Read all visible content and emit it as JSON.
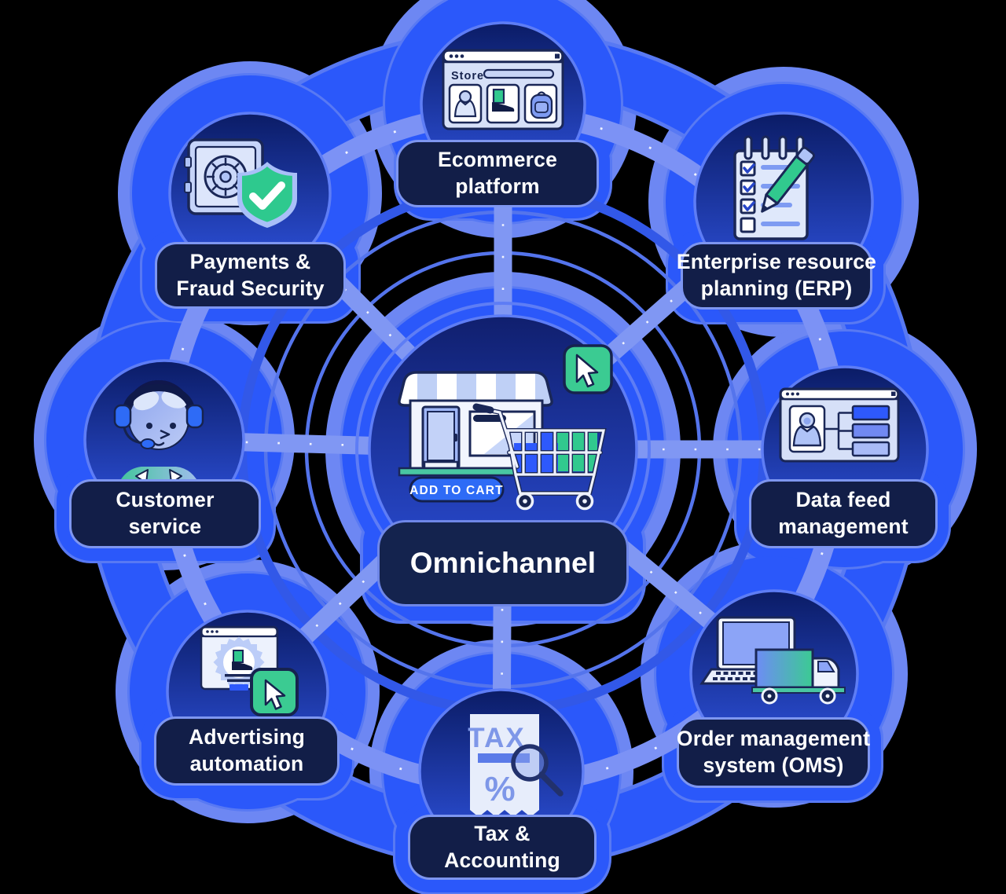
{
  "title": "Omnichannel ecosystem diagram",
  "center": {
    "label": "Omnichannel",
    "icon": "storefront-cart-icon",
    "button_label": "ADD TO CART"
  },
  "nodes": [
    {
      "id": "ecommerce-platform",
      "line1": "Ecommerce",
      "line2": "platform",
      "icon": "store-browser-icon",
      "icon_text": "Store"
    },
    {
      "id": "enterprise-resource-planning",
      "line1": "Enterprise resource",
      "line2": "planning (ERP)",
      "icon": "checklist-pencil-icon"
    },
    {
      "id": "data-feed-management",
      "line1": "Data feed",
      "line2": "management",
      "icon": "product-data-window-icon"
    },
    {
      "id": "order-management-system",
      "line1": "Order management",
      "line2": "system (OMS)",
      "icon": "laptop-truck-icon"
    },
    {
      "id": "tax-accounting",
      "line1": "Tax &",
      "line2": "Accounting",
      "icon": "tax-receipt-magnifier-icon",
      "icon_text": "TAX",
      "icon_text2": "%"
    },
    {
      "id": "advertising-automation",
      "line1": "Advertising",
      "line2": "automation",
      "icon": "ad-window-cursor-icon"
    },
    {
      "id": "customer-service",
      "line1": "Customer",
      "line2": "service",
      "icon": "support-agent-icon"
    },
    {
      "id": "payments-fraud-security",
      "line1": "Payments &",
      "line2": "Fraud Security",
      "icon": "safe-shield-icon"
    }
  ],
  "colors": {
    "background": "#000000",
    "blob_blue": "#2B58FA",
    "connector_light": "#8097F3",
    "ring_thin": "#5474EC",
    "pill_navy": "#121E48",
    "pill_border": "#7E96F0",
    "accent_green": "#31C98E",
    "button_blue": "#2E6BF6",
    "ink_navy": "#1A2757"
  }
}
